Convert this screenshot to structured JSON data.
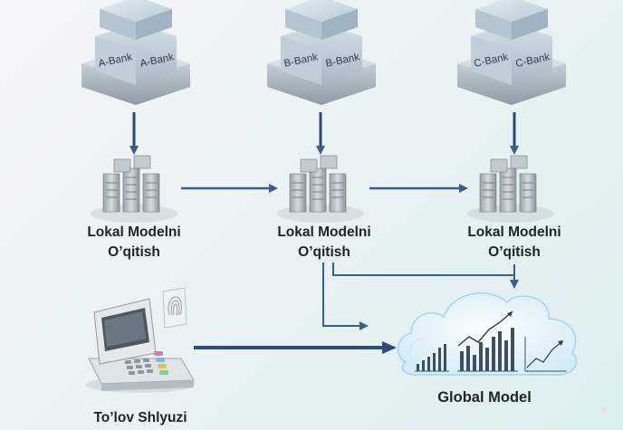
{
  "banks": [
    {
      "id": "a",
      "label": "A-Bank"
    },
    {
      "id": "b",
      "label": "B-Bank"
    },
    {
      "id": "c",
      "label": "C-Bank"
    }
  ],
  "nodes": [
    {
      "id": "a",
      "line1": "Lokal Modelni",
      "line2": "O’qitish"
    },
    {
      "id": "b",
      "line1": "Lokal Modelni",
      "line2": "O’qitish"
    },
    {
      "id": "c",
      "line1": "Lokal Modelni",
      "line2": "O’qitish"
    }
  ],
  "gateway": {
    "label": "To’lov Shlyuzi"
  },
  "global": {
    "label": "Global Model"
  },
  "colors": {
    "arrow": "#3d5f87",
    "arrow_dark": "#2c4a7a",
    "cloud": "#bfe0ee"
  }
}
